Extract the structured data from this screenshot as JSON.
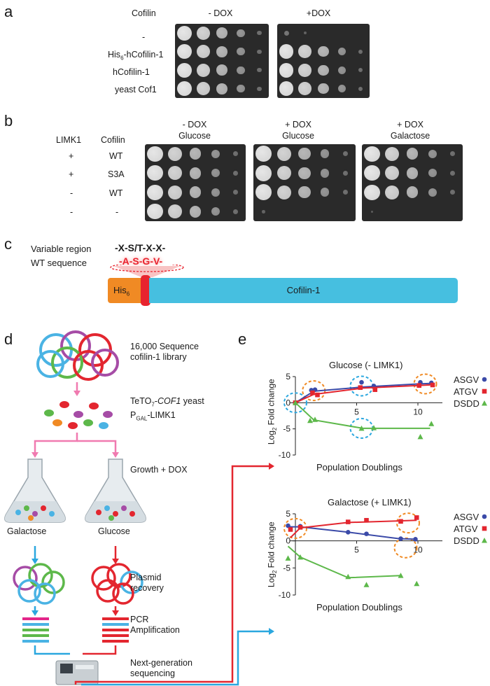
{
  "panel_a": {
    "letter": "a",
    "header_cofilin": "Cofilin",
    "header_minus_dox": "- DOX",
    "header_plus_dox": "+DOX",
    "rows": [
      "-",
      "His6-hCofilin-1",
      "hCofilin-1",
      "yeast Cof1"
    ]
  },
  "panel_b": {
    "letter": "b",
    "col_limk1": "LIMK1",
    "col_cofilin": "Cofilin",
    "plate1_line1": "- DOX",
    "plate1_line2": "Glucose",
    "plate2_line1": "+ DOX",
    "plate2_line2": "Glucose",
    "plate3_line1": "+ DOX",
    "plate3_line2": "Galactose",
    "rows": [
      {
        "limk1": "+",
        "cofilin": "WT"
      },
      {
        "limk1": "+",
        "cofilin": "S3A"
      },
      {
        "limk1": "-",
        "cofilin": "WT"
      },
      {
        "limk1": "-",
        "cofilin": "-"
      }
    ]
  },
  "panel_c": {
    "letter": "c",
    "variable_label": "Variable region",
    "variable_seq": "-X-S/T-X-X-",
    "wt_label": "WT sequence",
    "wt_seq": "-A-S-G-V-",
    "his_tag": "His",
    "his_sub": "6",
    "cofilin_bar": "Cofilin-1",
    "colors": {
      "his": "#f08a24",
      "linker": "#e8242f",
      "cofilin": "#46bfe0"
    }
  },
  "panel_d": {
    "letter": "d",
    "step_library_1": "16,000 Sequence",
    "step_library_2": "cofilin-1 library",
    "step_yeast_1a": "TeTO",
    "step_yeast_1sub": "7",
    "step_yeast_1b": "-",
    "step_yeast_1c": "COF1",
    "step_yeast_1d": " yeast",
    "step_yeast_2a": "P",
    "step_yeast_2sub": "GAL",
    "step_yeast_2b": "-LIMK1",
    "step_growth": "Growth + DOX",
    "flask_left": "Galactose",
    "flask_right": "Glucose",
    "step_plasmid_1": "Plasmid",
    "step_plasmid_2": "recovery",
    "step_pcr_1": "PCR",
    "step_pcr_2": "Amplification",
    "step_ngs_1": "Next-generation",
    "step_ngs_2": "sequencing"
  },
  "panel_e": {
    "letter": "e",
    "chart_data": [
      {
        "type": "scatter",
        "title": "Glucose (- LIMK1)",
        "xlabel": "Population Doublings",
        "ylabel": "Log2 Fold change",
        "ylabel_main": "Log",
        "ylabel_sub": "2",
        "ylabel_rest": " Fold change",
        "xlim": [
          0,
          12
        ],
        "ylim": [
          -10,
          5
        ],
        "xticks": [
          "5",
          "10"
        ],
        "yticks": [
          "5",
          "0",
          "-5",
          "-10"
        ],
        "legend_position": "right",
        "series": [
          {
            "name": "ASGV",
            "color": "#3b4aa8",
            "marker": "circle",
            "points": [
              [
                0,
                0
              ],
              [
                1.3,
                2.4
              ],
              [
                1.6,
                2.5
              ],
              [
                5.4,
                3.9
              ],
              [
                6.4,
                3.2
              ],
              [
                10.2,
                3.9
              ],
              [
                11.1,
                3.8
              ]
            ],
            "line": [
              [
                0,
                0
              ],
              [
                1.5,
                2.2
              ],
              [
                5.5,
                3.0
              ],
              [
                10,
                3.6
              ],
              [
                11,
                3.7
              ]
            ]
          },
          {
            "name": "ATGV",
            "color": "#e3262f",
            "marker": "square",
            "points": [
              [
                0,
                0
              ],
              [
                1.4,
                1.9
              ],
              [
                1.8,
                1.5
              ],
              [
                5.3,
                2.9
              ],
              [
                6.5,
                2.5
              ],
              [
                10.1,
                3.3
              ],
              [
                11.2,
                3.4
              ]
            ],
            "line": [
              [
                0,
                0
              ],
              [
                1.5,
                1.6
              ],
              [
                5.5,
                2.8
              ],
              [
                10,
                3.3
              ],
              [
                11,
                3.4
              ]
            ]
          },
          {
            "name": "DSDD",
            "color": "#5db84a",
            "marker": "triangle",
            "points": [
              [
                0,
                0
              ],
              [
                1.2,
                -3.4
              ],
              [
                1.6,
                -3.2
              ],
              [
                5.4,
                -4.9
              ],
              [
                6.4,
                -4.8
              ],
              [
                10.2,
                -6.5
              ],
              [
                11.1,
                -4.0
              ]
            ],
            "line": [
              [
                0,
                0
              ],
              [
                1.5,
                -3.3
              ],
              [
                5.5,
                -4.9
              ],
              [
                10,
                -4.9
              ],
              [
                11,
                -4.9
              ]
            ]
          }
        ],
        "highlights": [
          {
            "x": 0,
            "y": 0,
            "color": "#2aa7df"
          },
          {
            "x": 1.5,
            "y": 2.3,
            "color": "#f08a24"
          },
          {
            "x": 5.4,
            "y": 3.2,
            "color": "#2aa7df"
          },
          {
            "x": 10.6,
            "y": 3.6,
            "color": "#f08a24"
          },
          {
            "x": 5.4,
            "y": -4.9,
            "color": "#2aa7df"
          }
        ]
      },
      {
        "type": "scatter",
        "title": "Galactose (+ LIMK1)",
        "xlabel": "Population Doublings",
        "ylabel": "Log2 Fold change",
        "ylabel_main": "Log",
        "ylabel_sub": "2",
        "ylabel_rest": " Fold change",
        "xlim": [
          0,
          12
        ],
        "ylim": [
          -10,
          5
        ],
        "xticks": [
          "5",
          "10"
        ],
        "yticks": [
          "5",
          "0",
          "-5",
          "-10"
        ],
        "legend_position": "right",
        "series": [
          {
            "name": "ASGV",
            "color": "#3b4aa8",
            "marker": "circle",
            "points": [
              [
                -0.6,
                2.8
              ],
              [
                0.4,
                2.7
              ],
              [
                4.3,
                1.6
              ],
              [
                5.8,
                1.3
              ],
              [
                8.6,
                0.4
              ],
              [
                9.8,
                0.3
              ]
            ],
            "line": [
              [
                -0.6,
                2.6
              ],
              [
                0.4,
                2.6
              ],
              [
                4.3,
                1.6
              ],
              [
                8.5,
                0.4
              ],
              [
                9.8,
                0.3
              ]
            ]
          },
          {
            "name": "ATGV",
            "color": "#e3262f",
            "marker": "square",
            "points": [
              [
                -0.4,
                2.1
              ],
              [
                0.4,
                2.5
              ],
              [
                4.3,
                3.5
              ],
              [
                5.8,
                3.8
              ],
              [
                8.6,
                3.6
              ],
              [
                9.9,
                4.3
              ]
            ],
            "line": [
              [
                -0.4,
                0.6
              ],
              [
                0.4,
                2.4
              ],
              [
                4.3,
                3.4
              ],
              [
                8.5,
                3.7
              ],
              [
                9.9,
                3.8
              ]
            ]
          },
          {
            "name": "DSDD",
            "color": "#5db84a",
            "marker": "triangle",
            "points": [
              [
                -0.6,
                -3.2
              ],
              [
                0.4,
                -3.0
              ],
              [
                4.3,
                -6.6
              ],
              [
                5.8,
                -8.1
              ],
              [
                8.6,
                -6.4
              ],
              [
                9.9,
                -7.9
              ]
            ],
            "line": [
              [
                -0.6,
                -1.0
              ],
              [
                0.4,
                -3.0
              ],
              [
                4.3,
                -6.8
              ],
              [
                8.6,
                -6.4
              ]
            ]
          }
        ],
        "highlights": [
          {
            "x": 0,
            "y": 2.3,
            "color": "#f08a24"
          },
          {
            "x": 9.2,
            "y": 3.3,
            "color": "#f08a24"
          },
          {
            "x": 9.0,
            "y": -1.3,
            "color": "#f08a24"
          }
        ]
      }
    ]
  }
}
